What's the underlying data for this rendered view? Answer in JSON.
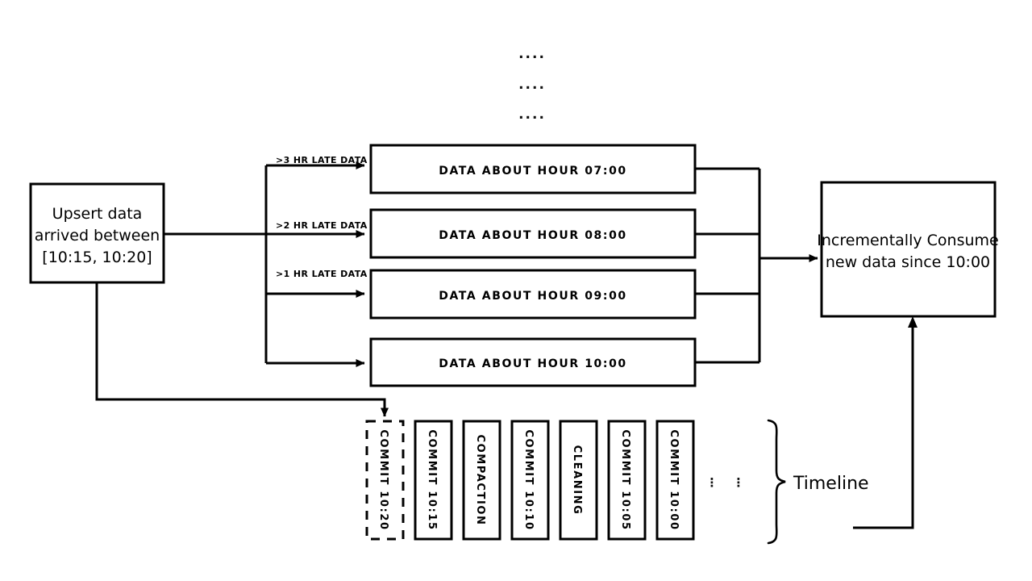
{
  "diagram": {
    "title_dots": [
      "....",
      "....",
      "...."
    ],
    "source_box": {
      "lines": [
        "Upsert data",
        "arrived between",
        "[10:15, 10:20]"
      ]
    },
    "late_data_labels": [
      {
        "text": ">3 HR LATE DATA"
      },
      {
        "text": ">2 HR LATE DATA"
      },
      {
        "text": ">1 HR LATE DATA"
      }
    ],
    "hour_boxes": [
      {
        "label": "DATA ABOUT HOUR 07:00"
      },
      {
        "label": "DATA ABOUT HOUR 08:00"
      },
      {
        "label": "DATA ABOUT HOUR 09:00"
      },
      {
        "label": "DATA ABOUT HOUR 10:00"
      }
    ],
    "consume_box": {
      "lines": [
        "Incrementally Consume",
        "new data since 10:00"
      ]
    },
    "timeline": {
      "label": "Timeline",
      "ellipsis": [
        "⋮",
        "⋮"
      ],
      "commits": [
        {
          "label": "COMMIT 10:20",
          "style": "dashed"
        },
        {
          "label": "COMMIT 10:15",
          "style": "solid"
        },
        {
          "label": "COMPACTION",
          "style": "solid"
        },
        {
          "label": "COMMIT 10:10",
          "style": "solid"
        },
        {
          "label": "CLEANING",
          "style": "solid"
        },
        {
          "label": "COMMIT 10:05",
          "style": "solid"
        },
        {
          "label": "COMMIT 10:00",
          "style": "solid"
        }
      ]
    },
    "colors": {
      "stroke": "#000000",
      "fill": "#ffffff",
      "text": "#000000"
    }
  }
}
